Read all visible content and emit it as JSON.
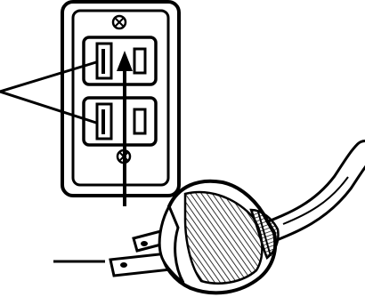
{
  "diagram": {
    "description_text": "",
    "parts": [
      {
        "id": "wall-outlet",
        "icon": "outlet-icon"
      },
      {
        "id": "upper-receptacle"
      },
      {
        "id": "lower-receptacle"
      },
      {
        "id": "mounting-screw-top",
        "icon": "screw-icon"
      },
      {
        "id": "mounting-screw-bottom",
        "icon": "screw-icon"
      },
      {
        "id": "plug",
        "icon": "plug-icon"
      },
      {
        "id": "power-cord"
      },
      {
        "id": "insert-arrow",
        "icon": "arrow-up-icon"
      },
      {
        "id": "callout-lines-receptacles"
      },
      {
        "id": "callout-line-plug"
      }
    ],
    "colors": {
      "ink": "#000000",
      "paper": "#ffffff"
    }
  }
}
